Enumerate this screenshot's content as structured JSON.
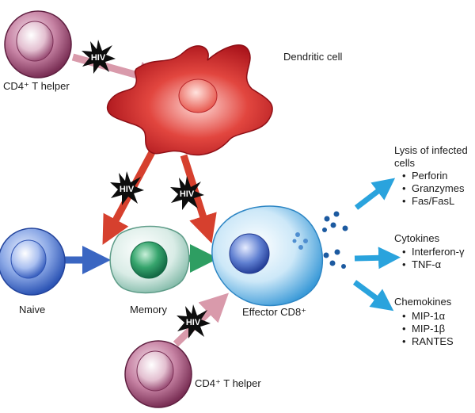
{
  "labels": {
    "cd4_top": "CD4⁺ T helper",
    "dendritic": "Dendritic cell",
    "naive": "Naive",
    "memory": "Memory",
    "effector": "Effector CD8⁺",
    "cd4_bottom": "CD4⁺ T helper",
    "hiv": "HIV"
  },
  "outputs": {
    "lysis": {
      "title_line1": "Lysis of infected",
      "title_line2": "cells",
      "items": [
        "Perforin",
        "Granzymes",
        "Fas/FasL"
      ]
    },
    "cytokines": {
      "title": "Cytokines",
      "items": [
        "Interferon-γ",
        "TNF-α"
      ]
    },
    "chemokines": {
      "title": "Chemokines",
      "items": [
        "MIP-1α",
        "MIP-1β",
        "RANTES"
      ]
    }
  },
  "bullet": "•",
  "colors": {
    "cd4_cell": "#8a3d62",
    "dendritic": "#d2232a",
    "naive": "#3b63c4",
    "memory": "#1f8a5c",
    "effector": "#4fa3e0",
    "arrow_pink": "#d99aab",
    "arrow_red": "#d6402e",
    "arrow_blue": "#3a66c2",
    "arrow_green": "#2e9e62",
    "arrow_cyan": "#2aa3dd",
    "dots": "#1c5aa0"
  }
}
